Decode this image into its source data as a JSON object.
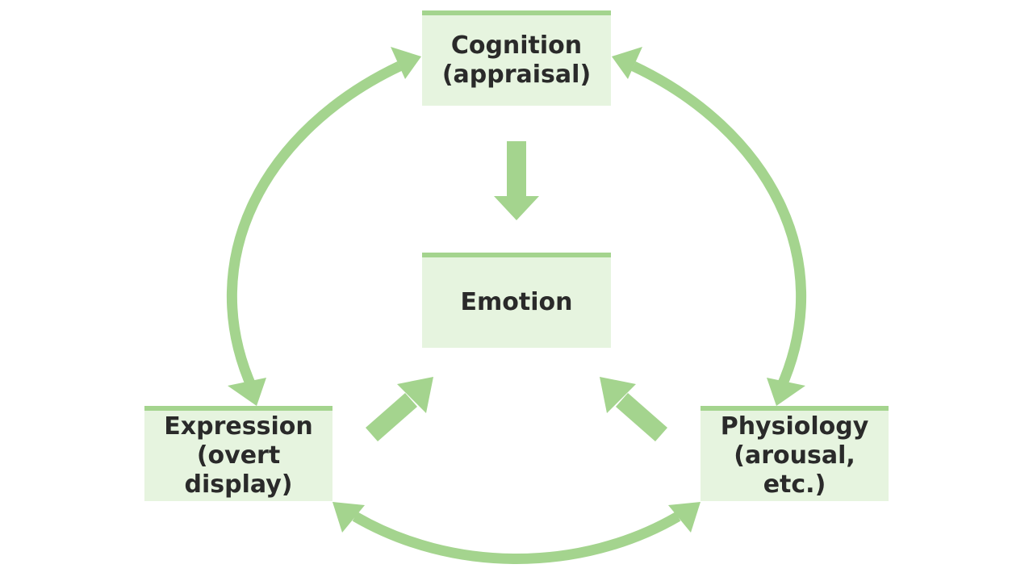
{
  "diagram": {
    "nodes": {
      "cognition": {
        "label": "Cognition\n(appraisal)"
      },
      "emotion": {
        "label": "Emotion"
      },
      "expression": {
        "label": "Expression\n(overt display)"
      },
      "physiology": {
        "label": "Physiology\n(arousal, etc.)"
      }
    },
    "edges": [
      {
        "from": "cognition",
        "to": "emotion"
      },
      {
        "from": "expression",
        "to": "emotion"
      },
      {
        "from": "physiology",
        "to": "emotion"
      },
      {
        "from": "cognition",
        "to": "physiology",
        "bidirectional": true
      },
      {
        "from": "cognition",
        "to": "expression",
        "bidirectional": true
      },
      {
        "from": "expression",
        "to": "physiology",
        "bidirectional": true
      }
    ]
  },
  "colors": {
    "box_fill": "#e6f4df",
    "box_border": "#a4d48e",
    "arrow": "#a4d48e",
    "text": "#2a2a2a"
  }
}
